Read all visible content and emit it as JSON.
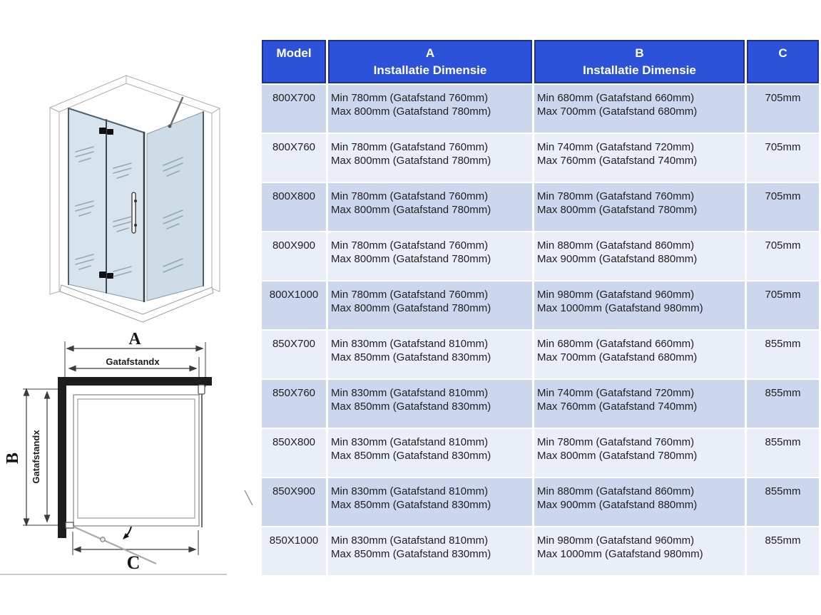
{
  "diagram": {
    "labels": {
      "a": "A",
      "b": "B",
      "c": "C",
      "gatafstand_top": "Gatafstandx",
      "gatafstand_left": "Gatafstandx"
    }
  },
  "table": {
    "headers": {
      "model": "Model",
      "a_letter": "A",
      "a_sub": "Installatie Dimensie",
      "b_letter": "B",
      "b_sub": "Installatie Dimensie",
      "c": "C"
    },
    "colors": {
      "header_bg": "#2b52d9",
      "header_border": "#1a2f9d",
      "header_text": "#ffffff",
      "row_dark": "#ccd6ed",
      "row_light": "#e9eef8",
      "body_text": "#212121"
    },
    "rows": [
      {
        "model": "800X700",
        "a_min": "Min 780mm (Gatafstand 760mm)",
        "a_max": "Max 800mm (Gatafstand 780mm)",
        "b_min": "Min 680mm (Gatafstand 660mm)",
        "b_max": "Max 700mm (Gatafstand 680mm)",
        "c": "705mm"
      },
      {
        "model": "800X760",
        "a_min": "Min 780mm (Gatafstand 760mm)",
        "a_max": "Max 800mm (Gatafstand 780mm)",
        "b_min": "Min 740mm (Gatafstand 720mm)",
        "b_max": "Max 760mm (Gatafstand 740mm)",
        "c": "705mm"
      },
      {
        "model": "800X800",
        "a_min": "Min 780mm (Gatafstand 760mm)",
        "a_max": "Max 800mm (Gatafstand 780mm)",
        "b_min": "Min 780mm (Gatafstand 760mm)",
        "b_max": "Max 800mm (Gatafstand 780mm)",
        "c": "705mm"
      },
      {
        "model": "800X900",
        "a_min": "Min 780mm (Gatafstand 760mm)",
        "a_max": "Max 800mm (Gatafstand 780mm)",
        "b_min": "Min 880mm (Gatafstand 860mm)",
        "b_max": "Max 900mm (Gatafstand 880mm)",
        "c": "705mm"
      },
      {
        "model": "800X1000",
        "a_min": "Min 780mm (Gatafstand 760mm)",
        "a_max": "Max 800mm (Gatafstand 780mm)",
        "b_min": "Min 980mm (Gatafstand 960mm)",
        "b_max": "Max 1000mm (Gatafstand 980mm)",
        "c": "705mm"
      },
      {
        "model": "850X700",
        "a_min": "Min 830mm (Gatafstand 810mm)",
        "a_max": "Max 850mm (Gatafstand 830mm)",
        "b_min": "Min 680mm (Gatafstand 660mm)",
        "b_max": "Max 700mm (Gatafstand 680mm)",
        "c": "855mm"
      },
      {
        "model": "850X760",
        "a_min": "Min 830mm (Gatafstand 810mm)",
        "a_max": "Max 850mm (Gatafstand 830mm)",
        "b_min": "Min 740mm (Gatafstand 720mm)",
        "b_max": "Max 760mm (Gatafstand 740mm)",
        "c": "855mm"
      },
      {
        "model": "850X800",
        "a_min": "Min 830mm (Gatafstand 810mm)",
        "a_max": "Max 850mm (Gatafstand 830mm)",
        "b_min": "Min 780mm (Gatafstand 760mm)",
        "b_max": "Max 800mm (Gatafstand 780mm)",
        "c": "855mm"
      },
      {
        "model": "850X900",
        "a_min": "Min 830mm (Gatafstand 810mm)",
        "a_max": "Max 850mm (Gatafstand 830mm)",
        "b_min": "Min 880mm (Gatafstand 860mm)",
        "b_max": "Max 900mm (Gatafstand 880mm)",
        "c": "855mm"
      },
      {
        "model": "850X1000",
        "a_min": "Min 830mm (Gatafstand 810mm)",
        "a_max": "Max 850mm (Gatafstand 830mm)",
        "b_min": "Min 980mm (Gatafstand 960mm)",
        "b_max": "Max 1000mm (Gatafstand 980mm)",
        "c": "855mm"
      }
    ]
  }
}
